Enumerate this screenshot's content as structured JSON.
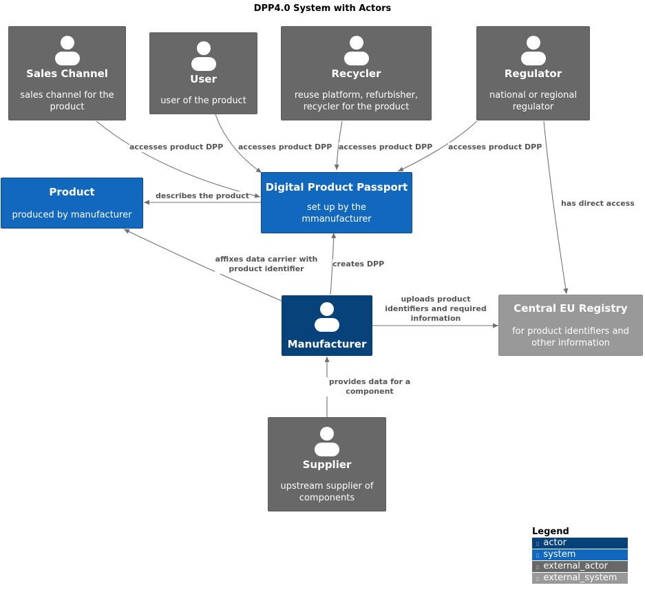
{
  "title": "DPP4.0 System with Actors",
  "colors": {
    "actor": "#08427b",
    "system": "#1168bd",
    "external_actor": "#686868",
    "external_system": "#999999",
    "edge": "#707070"
  },
  "nodes": {
    "sales_channel": {
      "name": "Sales Channel",
      "desc": "sales channel for the product",
      "icon": "person-icon"
    },
    "user": {
      "name": "User",
      "desc": "user of the product",
      "icon": "person-icon"
    },
    "recycler": {
      "name": "Recycler",
      "desc": "reuse platform, refurbisher, recycler for the product",
      "icon": "person-icon"
    },
    "regulator": {
      "name": "Regulator",
      "desc": "national or regional regulator",
      "icon": "person-icon"
    },
    "product": {
      "name": "Product",
      "desc": "produced by manufacturer"
    },
    "dpp": {
      "name": "Digital Product Passport",
      "desc": "set up by the mmanufacturer"
    },
    "manufacturer": {
      "name": "Manufacturer",
      "icon": "person-icon"
    },
    "registry": {
      "name": "Central EU Registry",
      "desc": "for product identifiers and other information"
    },
    "supplier": {
      "name": "Supplier",
      "desc": "upstream supplier of components",
      "icon": "person-icon"
    }
  },
  "edges": {
    "sales_dpp": "accesses product DPP",
    "user_dpp": "accesses product DPP",
    "recycler_dpp": "accesses product DPP",
    "regulator_dpp": "accesses product DPP",
    "regulator_registry": "has direct access",
    "dpp_product": "describes the product",
    "manufacturer_product": "affixes data carrier with product identifier",
    "manufacturer_dpp": "creates DPP",
    "manufacturer_registry": "uploads product identifiers and required information",
    "supplier_manufacturer": "provides data for a component"
  },
  "legend": {
    "title": "Legend",
    "items": [
      "actor",
      "system",
      "external_actor",
      "external_system"
    ]
  }
}
